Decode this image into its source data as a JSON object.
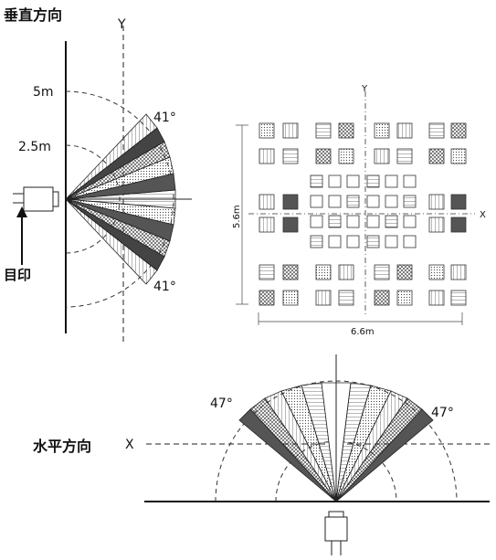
{
  "vertical": {
    "title": "垂直方向",
    "axis_y": "Y",
    "range_far": "5m",
    "range_near": "2.5m",
    "angle_top": "41°",
    "angle_bottom": "41°",
    "mark_label": "目印"
  },
  "grid": {
    "axis_y": "Y",
    "axis_x": "X",
    "height_label": "5.6m",
    "width_label": "6.6m"
  },
  "horizontal": {
    "title": "水平方向",
    "axis_x": "X",
    "angle_left": "47°",
    "angle_right": "47°"
  }
}
